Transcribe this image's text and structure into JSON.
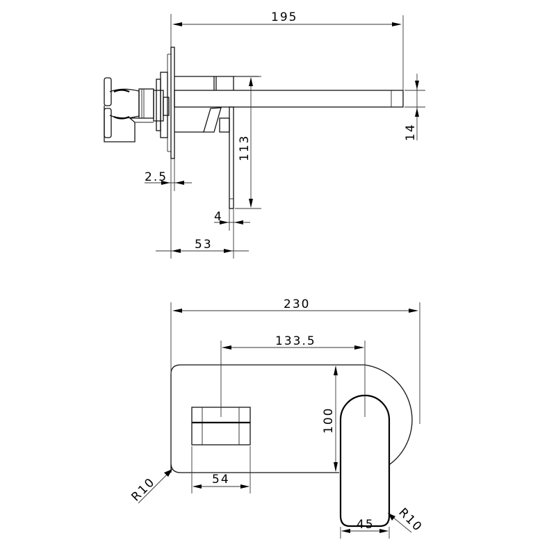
{
  "drawing": {
    "type": "technical-drawing",
    "subject": "wall-mounted basin mixer with spout",
    "views": [
      {
        "name": "side-view",
        "dimensions": {
          "overall_spout_projection": "195",
          "spout_height": "14",
          "plate_to_spout_height": "113",
          "plate_thickness": "2.5",
          "lever_thickness": "4",
          "plate_to_lever": "53"
        }
      },
      {
        "name": "front-view",
        "dimensions": {
          "plate_width": "230",
          "lever_to_spout_centers": "133.5",
          "plate_height": "100",
          "lever_width": "54",
          "spout_width": "45",
          "plate_corner_radius": "R10",
          "spout_corner_radius": "R10"
        }
      }
    ]
  },
  "colors": {
    "line": "#000000",
    "background": "#ffffff"
  }
}
